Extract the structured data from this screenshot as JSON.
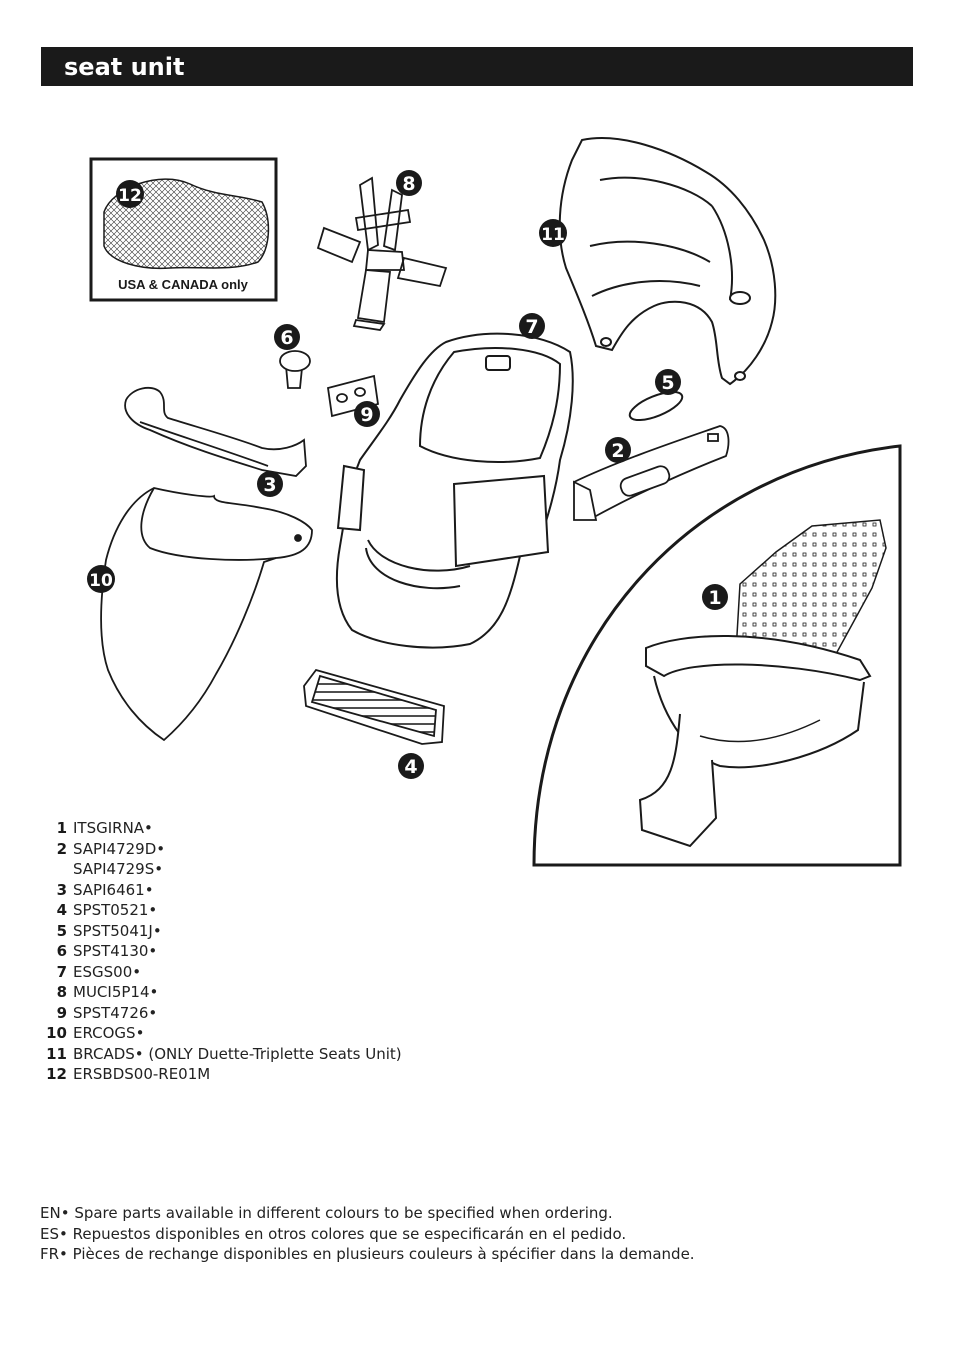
{
  "header": {
    "title": "seat unit"
  },
  "inset": {
    "label": "USA & CANADA only"
  },
  "callouts": [
    "1",
    "2",
    "3",
    "4",
    "5",
    "6",
    "7",
    "8",
    "9",
    "10",
    "11",
    "12"
  ],
  "parts": [
    {
      "num": "1",
      "code": "ITSGIRNA•"
    },
    {
      "num": "2",
      "code": "SAPI4729D•"
    },
    {
      "num": "",
      "code": "SAPI4729S•"
    },
    {
      "num": "3",
      "code": "SAPI6461•"
    },
    {
      "num": "4",
      "code": "SPST0521•"
    },
    {
      "num": "5",
      "code": "SPST5041J•"
    },
    {
      "num": "6",
      "code": "SPST4130•"
    },
    {
      "num": "7",
      "code": "ESGS00•"
    },
    {
      "num": "8",
      "code": "MUCI5P14•"
    },
    {
      "num": "9",
      "code": "SPST4726•"
    },
    {
      "num": "10",
      "code": "ERCOGS•"
    },
    {
      "num": "11",
      "code": "BRCADS• (ONLY Duette-Triplette Seats Unit)"
    },
    {
      "num": "12",
      "code": "ERSBDS00-RE01M"
    }
  ],
  "notes": [
    "EN• Spare parts available in different colours to be specified when ordering.",
    "ES• Repuestos disponibles en otros colores que se especificarán en el pedido.",
    "FR• Pièces de rechange disponibles en plusieurs couleurs à spécifier dans la demande."
  ],
  "colors": {
    "ink": "#1a1a1a",
    "paper": "#ffffff"
  }
}
